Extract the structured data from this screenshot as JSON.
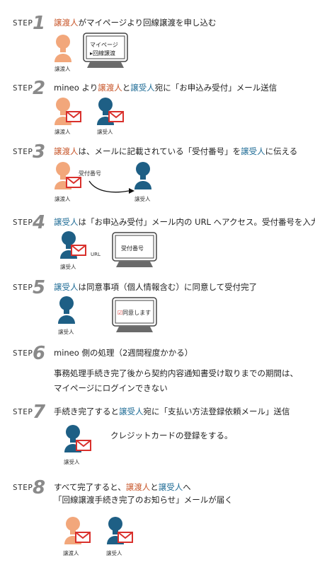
{
  "roles": {
    "giver": "譲渡人",
    "receiver": "譲受人"
  },
  "steps": [
    {
      "label": "STEP",
      "num": "1",
      "text_parts": [
        "",
        "譲渡人",
        "がマイページより回線譲渡を申し込む"
      ]
    },
    {
      "label": "STEP",
      "num": "2",
      "text_parts": [
        "mineo より",
        "譲渡人",
        "と",
        "譲受人",
        "宛に「お申込み受付」メール送信"
      ]
    },
    {
      "label": "STEP",
      "num": "3",
      "text_parts": [
        "",
        "譲渡人",
        "は、メールに記載されている「受付番号」を",
        "譲受人",
        "に伝える"
      ]
    },
    {
      "label": "STEP",
      "num": "4",
      "text_parts": [
        "",
        "譲受人",
        "は「お申込み受付」メール内の URL へアクセス。受付番号を入力"
      ]
    },
    {
      "label": "STEP",
      "num": "5",
      "text_parts": [
        "",
        "譲受人",
        "は同意事項（個人情報含む）に同意して受付完了"
      ]
    },
    {
      "label": "STEP",
      "num": "6",
      "text": "mineo 側の処理（2週間程度かかる）"
    },
    {
      "label": "STEP",
      "num": "7",
      "text_parts": [
        "手続き完了すると",
        "譲受人",
        "宛に「支払い方法登録依頼メール」送信"
      ]
    },
    {
      "label": "STEP",
      "num": "8",
      "text_parts": [
        "すべて完了すると、",
        "譲渡人",
        "と",
        "譲受人",
        "へ"
      ],
      "text_line2": "「回線譲渡手続き完了のお知らせ」メールが届く"
    }
  ],
  "step1": {
    "screen_line1": "マイページ",
    "screen_line2": "▸回線譲渡"
  },
  "step3": {
    "flow_label": "受付番号"
  },
  "step4": {
    "url_label": "URL",
    "screen_text": "受付番号"
  },
  "step5": {
    "screen_text": "同意します",
    "checkbox": "☑"
  },
  "step6": {
    "note_line1": "事務処理手続き完了後から契約内容通知書受け取りまでの期間は、",
    "note_line2": "マイページにログインできない"
  },
  "step7": {
    "note": "クレジットカードの登録をする。"
  },
  "colors": {
    "giver": "#f2a77b",
    "receiver": "#1e5f85",
    "mail": "#d9302c",
    "step_num": "#8a8a8a",
    "orange_text": "#c8562a",
    "blue_text": "#1f6c96"
  }
}
